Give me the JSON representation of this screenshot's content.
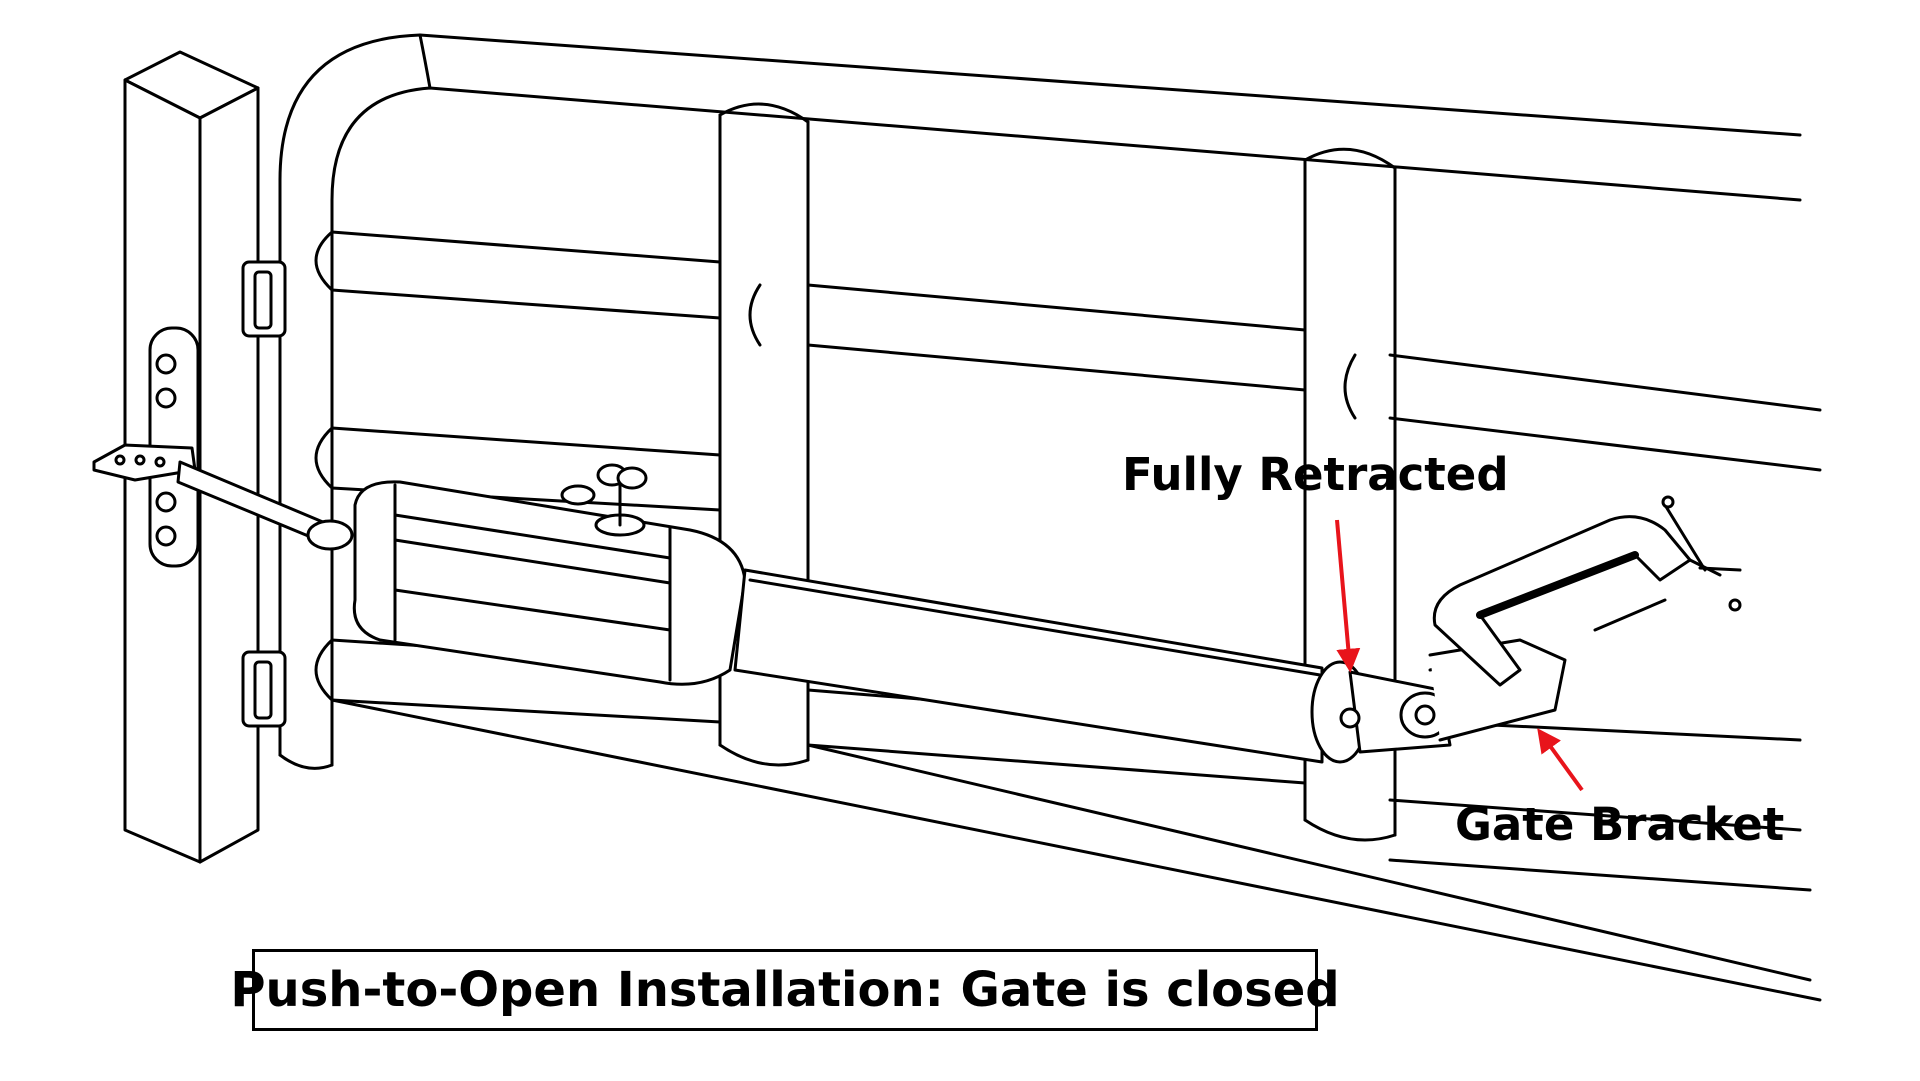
{
  "labels": {
    "retracted": "Fully Retracted",
    "bracket": "Gate Bracket"
  },
  "caption": "Push-to-Open Installation: Gate is closed",
  "colors": {
    "line": "#000000",
    "arrow": "#e8141b",
    "background": "#ffffff"
  }
}
